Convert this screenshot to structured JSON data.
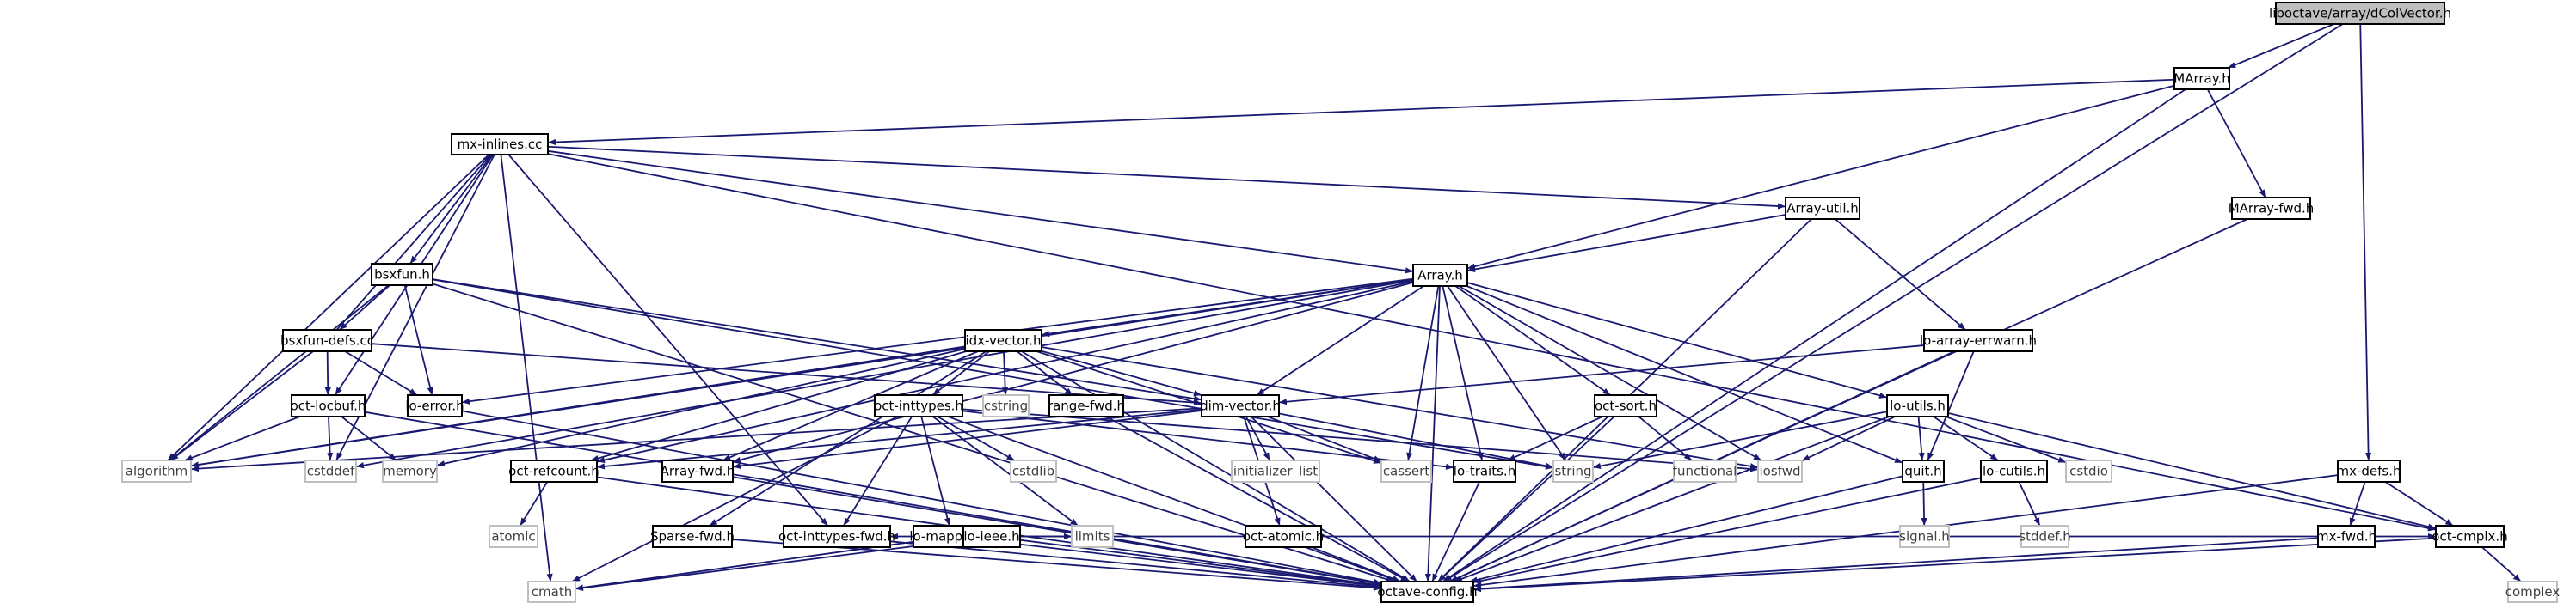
{
  "colors": {
    "edge": "#191970",
    "root_fill": "#bfbfbf",
    "ext_border": "#bfbfbf"
  },
  "nodes": [
    {
      "id": "dColVector_h",
      "label": "liboctave/array/dColVector.h",
      "kind": "root"
    },
    {
      "id": "MArray_h",
      "label": "MArray.h",
      "kind": "linked"
    },
    {
      "id": "mx_inlines_cc",
      "label": "mx-inlines.cc",
      "kind": "linked"
    },
    {
      "id": "Array_util_h",
      "label": "Array-util.h",
      "kind": "linked"
    },
    {
      "id": "MArray_fwd_h",
      "label": "MArray-fwd.h",
      "kind": "linked"
    },
    {
      "id": "bsxfun_h",
      "label": "bsxfun.h",
      "kind": "linked"
    },
    {
      "id": "Array_h",
      "label": "Array.h",
      "kind": "linked"
    },
    {
      "id": "bsxfun_defs_cc",
      "label": "bsxfun-defs.cc",
      "kind": "linked"
    },
    {
      "id": "idx_vector_h",
      "label": "idx-vector.h",
      "kind": "linked"
    },
    {
      "id": "lo_array_errwarn_h",
      "label": "lo-array-errwarn.h",
      "kind": "linked"
    },
    {
      "id": "oct_locbuf_h",
      "label": "oct-locbuf.h",
      "kind": "linked"
    },
    {
      "id": "lo_error_h",
      "label": "lo-error.h",
      "kind": "linked"
    },
    {
      "id": "oct_inttypes_h",
      "label": "oct-inttypes.h",
      "kind": "linked"
    },
    {
      "id": "cstring",
      "label": "cstring",
      "kind": "ext"
    },
    {
      "id": "range_fwd_h",
      "label": "range-fwd.h",
      "kind": "linked"
    },
    {
      "id": "dim_vector_h",
      "label": "dim-vector.h",
      "kind": "linked"
    },
    {
      "id": "oct_sort_h",
      "label": "oct-sort.h",
      "kind": "linked"
    },
    {
      "id": "lo_utils_h",
      "label": "lo-utils.h",
      "kind": "linked"
    },
    {
      "id": "algorithm",
      "label": "algorithm",
      "kind": "ext"
    },
    {
      "id": "cstddef",
      "label": "cstddef",
      "kind": "ext"
    },
    {
      "id": "memory",
      "label": "memory",
      "kind": "ext"
    },
    {
      "id": "oct_refcount_h",
      "label": "oct-refcount.h",
      "kind": "linked"
    },
    {
      "id": "Array_fwd_h",
      "label": "Array-fwd.h",
      "kind": "linked"
    },
    {
      "id": "cstdlib",
      "label": "cstdlib",
      "kind": "ext"
    },
    {
      "id": "initializer_list",
      "label": "initializer_list",
      "kind": "ext"
    },
    {
      "id": "cassert",
      "label": "cassert",
      "kind": "ext"
    },
    {
      "id": "lo_traits_h",
      "label": "lo-traits.h",
      "kind": "linked"
    },
    {
      "id": "string",
      "label": "string",
      "kind": "ext"
    },
    {
      "id": "functional",
      "label": "functional",
      "kind": "ext"
    },
    {
      "id": "iosfwd",
      "label": "iosfwd",
      "kind": "ext"
    },
    {
      "id": "quit_h",
      "label": "quit.h",
      "kind": "linked"
    },
    {
      "id": "lo_cutils_h",
      "label": "lo-cutils.h",
      "kind": "linked"
    },
    {
      "id": "cstdio",
      "label": "cstdio",
      "kind": "ext"
    },
    {
      "id": "mx_defs_h",
      "label": "mx-defs.h",
      "kind": "linked"
    },
    {
      "id": "lo_mappers_h",
      "label": "lo-mappers.h",
      "kind": "linked"
    },
    {
      "id": "atomic",
      "label": "atomic",
      "kind": "ext"
    },
    {
      "id": "limits",
      "label": "limits",
      "kind": "ext"
    },
    {
      "id": "Sparse_fwd_h",
      "label": "Sparse-fwd.h",
      "kind": "linked"
    },
    {
      "id": "oct_inttypes_fwd_h",
      "label": "oct-inttypes-fwd.h",
      "kind": "linked"
    },
    {
      "id": "lo_ieee_h",
      "label": "lo-ieee.h",
      "kind": "linked"
    },
    {
      "id": "oct_atomic_h",
      "label": "oct-atomic.h",
      "kind": "linked"
    },
    {
      "id": "signal_h",
      "label": "signal.h",
      "kind": "ext"
    },
    {
      "id": "stddef_h",
      "label": "stddef.h",
      "kind": "ext"
    },
    {
      "id": "mx_fwd_h",
      "label": "mx-fwd.h",
      "kind": "linked"
    },
    {
      "id": "oct_cmplx_h",
      "label": "oct-cmplx.h",
      "kind": "linked"
    },
    {
      "id": "cmath",
      "label": "cmath",
      "kind": "ext"
    },
    {
      "id": "octave_config_h",
      "label": "octave-config.h",
      "kind": "linked"
    },
    {
      "id": "complex",
      "label": "complex",
      "kind": "ext"
    }
  ],
  "edges": [
    [
      "dColVector_h",
      "MArray_h"
    ],
    [
      "dColVector_h",
      "mx_defs_h"
    ],
    [
      "dColVector_h",
      "octave_config_h"
    ],
    [
      "MArray_h",
      "mx_inlines_cc"
    ],
    [
      "MArray_h",
      "Array_h"
    ],
    [
      "MArray_h",
      "MArray_fwd_h"
    ],
    [
      "MArray_h",
      "octave_config_h"
    ],
    [
      "MArray_fwd_h",
      "octave_config_h"
    ],
    [
      "mx_inlines_cc",
      "bsxfun_h"
    ],
    [
      "mx_inlines_cc",
      "Array_h"
    ],
    [
      "mx_inlines_cc",
      "Array_util_h"
    ],
    [
      "mx_inlines_cc",
      "oct_locbuf_h"
    ],
    [
      "mx_inlines_cc",
      "algorithm"
    ],
    [
      "mx_inlines_cc",
      "cstddef"
    ],
    [
      "mx_inlines_cc",
      "cmath"
    ],
    [
      "mx_inlines_cc",
      "oct_inttypes_fwd_h"
    ],
    [
      "mx_inlines_cc",
      "oct_cmplx_h"
    ],
    [
      "Array_util_h",
      "Array_h"
    ],
    [
      "Array_util_h",
      "lo_array_errwarn_h"
    ],
    [
      "Array_util_h",
      "octave_config_h"
    ],
    [
      "bsxfun_h",
      "bsxfun_defs_cc"
    ],
    [
      "bsxfun_h",
      "lo_error_h"
    ],
    [
      "bsxfun_h",
      "algorithm"
    ],
    [
      "bsxfun_h",
      "dim_vector_h"
    ],
    [
      "bsxfun_h",
      "string"
    ],
    [
      "bsxfun_h",
      "octave_config_h"
    ],
    [
      "bsxfun_defs_cc",
      "mx_inlines_cc"
    ],
    [
      "bsxfun_defs_cc",
      "oct_locbuf_h"
    ],
    [
      "bsxfun_defs_cc",
      "lo_error_h"
    ],
    [
      "bsxfun_defs_cc",
      "dim_vector_h"
    ],
    [
      "bsxfun_defs_cc",
      "algorithm"
    ],
    [
      "Array_h",
      "idx_vector_h"
    ],
    [
      "Array_h",
      "lo_error_h"
    ],
    [
      "Array_h",
      "dim_vector_h"
    ],
    [
      "Array_h",
      "oct_sort_h"
    ],
    [
      "Array_h",
      "lo_utils_h"
    ],
    [
      "Array_h",
      "Array_fwd_h"
    ],
    [
      "Array_h",
      "oct_refcount_h"
    ],
    [
      "Array_h",
      "cassert"
    ],
    [
      "Array_h",
      "lo_traits_h"
    ],
    [
      "Array_h",
      "string"
    ],
    [
      "Array_h",
      "iosfwd"
    ],
    [
      "Array_h",
      "quit_h"
    ],
    [
      "Array_h",
      "algorithm"
    ],
    [
      "Array_h",
      "cstddef"
    ],
    [
      "Array_h",
      "octave_config_h"
    ],
    [
      "idx_vector_h",
      "oct_inttypes_h"
    ],
    [
      "idx_vector_h",
      "cstring"
    ],
    [
      "idx_vector_h",
      "range_fwd_h"
    ],
    [
      "idx_vector_h",
      "dim_vector_h"
    ],
    [
      "idx_vector_h",
      "Array_fwd_h"
    ],
    [
      "idx_vector_h",
      "oct_refcount_h"
    ],
    [
      "idx_vector_h",
      "Sparse_fwd_h"
    ],
    [
      "idx_vector_h",
      "algorithm"
    ],
    [
      "idx_vector_h",
      "memory"
    ],
    [
      "idx_vector_h",
      "cassert"
    ],
    [
      "idx_vector_h",
      "iosfwd"
    ],
    [
      "idx_vector_h",
      "octave_config_h"
    ],
    [
      "lo_array_errwarn_h",
      "dim_vector_h"
    ],
    [
      "lo_array_errwarn_h",
      "quit_h"
    ],
    [
      "lo_array_errwarn_h",
      "octave_config_h"
    ],
    [
      "oct_locbuf_h",
      "algorithm"
    ],
    [
      "oct_locbuf_h",
      "cstddef"
    ],
    [
      "oct_locbuf_h",
      "memory"
    ],
    [
      "oct_locbuf_h",
      "octave_config_h"
    ],
    [
      "lo_error_h",
      "octave_config_h"
    ],
    [
      "oct_inttypes_h",
      "cstdlib"
    ],
    [
      "oct_inttypes_h",
      "limits"
    ],
    [
      "oct_inttypes_h",
      "lo_mappers_h"
    ],
    [
      "oct_inttypes_h",
      "oct_inttypes_fwd_h"
    ],
    [
      "oct_inttypes_h",
      "lo_traits_h"
    ],
    [
      "oct_inttypes_h",
      "cmath"
    ],
    [
      "oct_inttypes_h",
      "iosfwd"
    ],
    [
      "oct_inttypes_h",
      "octave_config_h"
    ],
    [
      "range_fwd_h",
      "octave_config_h"
    ],
    [
      "dim_vector_h",
      "Array_fwd_h"
    ],
    [
      "dim_vector_h",
      "oct_refcount_h"
    ],
    [
      "dim_vector_h",
      "initializer_list"
    ],
    [
      "dim_vector_h",
      "cassert"
    ],
    [
      "dim_vector_h",
      "string"
    ],
    [
      "dim_vector_h",
      "algorithm"
    ],
    [
      "dim_vector_h",
      "oct_atomic_h"
    ],
    [
      "dim_vector_h",
      "octave_config_h"
    ],
    [
      "oct_sort_h",
      "lo_traits_h"
    ],
    [
      "oct_sort_h",
      "functional"
    ],
    [
      "oct_sort_h",
      "octave_config_h"
    ],
    [
      "lo_utils_h",
      "quit_h"
    ],
    [
      "lo_utils_h",
      "lo_cutils_h"
    ],
    [
      "lo_utils_h",
      "cstdio"
    ],
    [
      "lo_utils_h",
      "iosfwd"
    ],
    [
      "lo_utils_h",
      "string"
    ],
    [
      "lo_utils_h",
      "oct_cmplx_h"
    ],
    [
      "lo_utils_h",
      "octave_config_h"
    ],
    [
      "oct_refcount_h",
      "atomic"
    ],
    [
      "oct_refcount_h",
      "octave_config_h"
    ],
    [
      "Array_fwd_h",
      "octave_config_h"
    ],
    [
      "lo_traits_h",
      "octave_config_h"
    ],
    [
      "quit_h",
      "signal_h"
    ],
    [
      "quit_h",
      "octave_config_h"
    ],
    [
      "lo_cutils_h",
      "stddef_h"
    ],
    [
      "lo_cutils_h",
      "octave_config_h"
    ],
    [
      "mx_defs_h",
      "mx_fwd_h"
    ],
    [
      "mx_defs_h",
      "oct_cmplx_h"
    ],
    [
      "mx_defs_h",
      "octave_config_h"
    ],
    [
      "mx_fwd_h",
      "octave_config_h"
    ],
    [
      "lo_mappers_h",
      "lo_ieee_h"
    ],
    [
      "lo_mappers_h",
      "limits"
    ],
    [
      "lo_mappers_h",
      "cmath"
    ],
    [
      "lo_mappers_h",
      "oct_cmplx_h"
    ],
    [
      "lo_mappers_h",
      "oct_inttypes_fwd_h"
    ],
    [
      "lo_mappers_h",
      "octave_config_h"
    ],
    [
      "lo_ieee_h",
      "cmath"
    ],
    [
      "lo_ieee_h",
      "octave_config_h"
    ],
    [
      "Sparse_fwd_h",
      "octave_config_h"
    ],
    [
      "oct_inttypes_fwd_h",
      "octave_config_h"
    ],
    [
      "oct_atomic_h",
      "octave_config_h"
    ],
    [
      "oct_cmplx_h",
      "complex"
    ],
    [
      "oct_cmplx_h",
      "octave_config_h"
    ]
  ]
}
